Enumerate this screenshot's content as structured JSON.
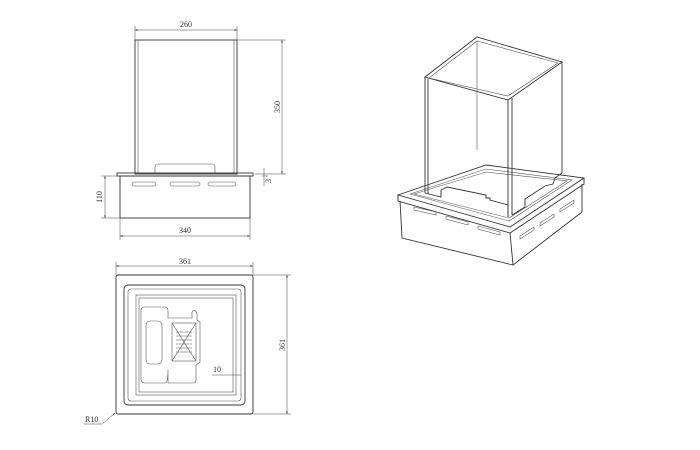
{
  "drawing": {
    "front_view": {
      "dims": {
        "width_top": "260",
        "height_top": "350",
        "gap": "3",
        "height_base": "110",
        "width_base": "340"
      }
    },
    "top_view": {
      "dims": {
        "width": "361",
        "height": "361",
        "offset": "10",
        "radius": "R10"
      }
    },
    "iso_view": {}
  }
}
